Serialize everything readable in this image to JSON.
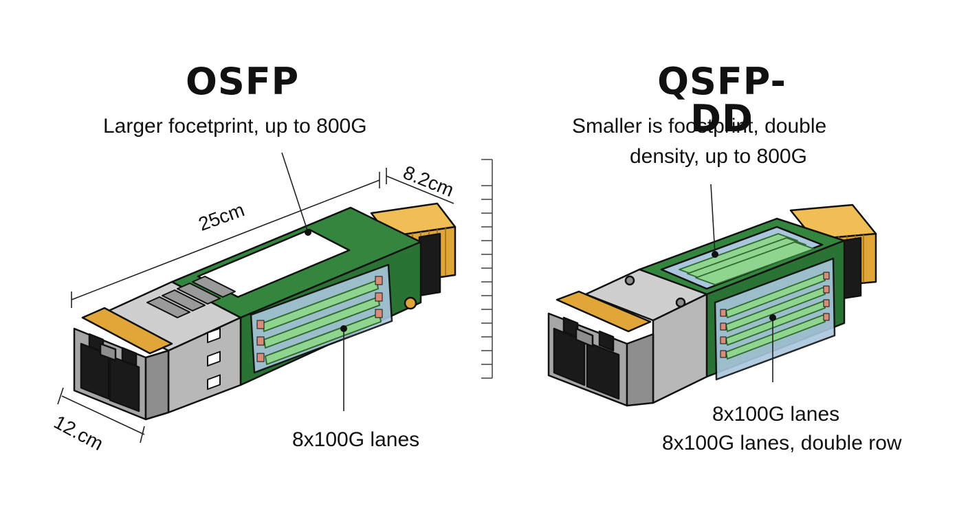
{
  "osfp": {
    "title": "OSFP",
    "description": "Larger focetprint, up to 800G",
    "lanes_label": "8x100G lanes",
    "dimensions": {
      "length": "25cm",
      "width": "12.cm",
      "height": "8.2cm"
    }
  },
  "qsfp_dd": {
    "title": "QSFP-DD",
    "description_line1": "Smaller is foostprint, double",
    "description_line2": "density, up to 800G",
    "lanes_label_line1": "8x100G lanes",
    "lanes_label_line2": "8x100G lanes, double row"
  },
  "colors": {
    "pcb_green": "#2e7d3c",
    "pcb_dark": "#1f5a2b",
    "connector_gold": "#e0a63a",
    "housing_gray": "#b8b8b8",
    "lane_green": "#8fd48f",
    "window_blue": "#a9c6dd"
  }
}
